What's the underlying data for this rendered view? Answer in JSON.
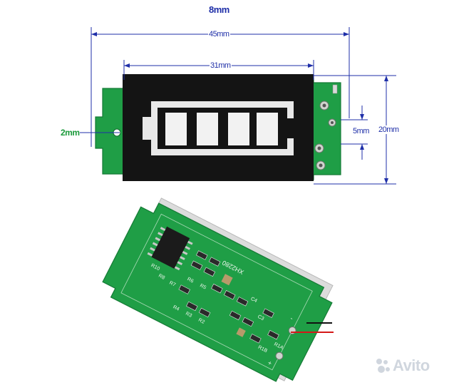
{
  "dimensions": {
    "top_width": "8mm",
    "overall_width": "45mm",
    "display_width": "31mm",
    "hole_offset": "2mm",
    "pin_spacing": "5mm",
    "overall_height": "20mm"
  },
  "pcb_markings": {
    "model": "XH2280",
    "refs": [
      "R10",
      "R8",
      "R7",
      "R6",
      "R5",
      "R4",
      "R3",
      "R2",
      "C4",
      "C3",
      "R1B",
      "R1A"
    ],
    "pads": [
      "-",
      "+"
    ]
  },
  "watermark_text": "Avito",
  "colors": {
    "dimension_line": "#1f2fa8",
    "pcb_green": "#1f9e46",
    "display_black": "#141414",
    "wire_black": "#111111",
    "wire_red": "#d41818"
  }
}
